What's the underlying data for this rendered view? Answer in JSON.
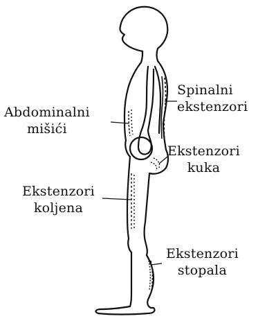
{
  "labels": {
    "spinal": {
      "line1": "Spinalni",
      "line2": "ekstenzori"
    },
    "abdominal": {
      "line1": "Abdominalni",
      "line2": "mišići"
    },
    "hip": {
      "line1": "Ekstenzori",
      "line2": "kuka"
    },
    "knee": {
      "line1": "Ekstenzori",
      "line2": "koljena"
    },
    "foot": {
      "line1": "Ekstenzori",
      "line2": "stopala"
    }
  },
  "colors": {
    "ink": "#111111",
    "background": "#ffffff"
  }
}
